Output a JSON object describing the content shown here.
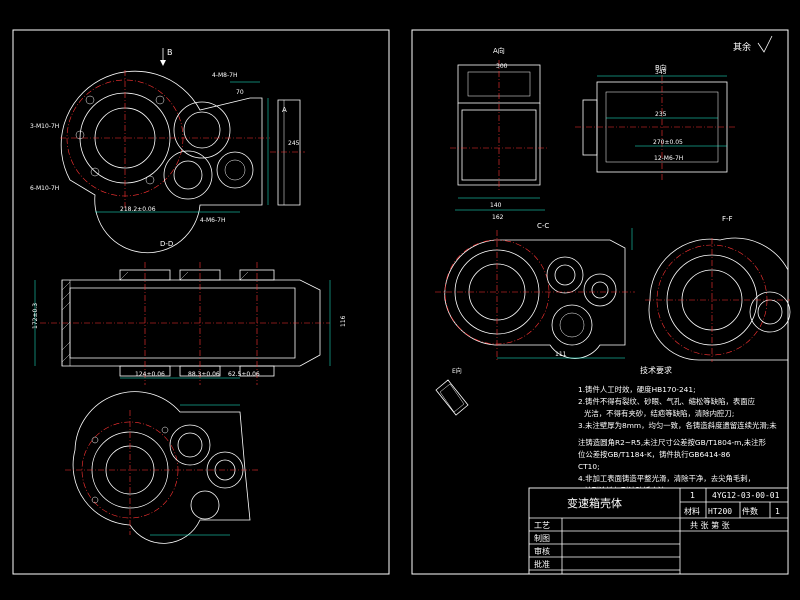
{
  "views": {
    "view_b_arrow": "B",
    "view_dd": "D-D",
    "view_a": "A向",
    "view_b": "B向",
    "view_cc": "C-C",
    "view_ff": "F-F",
    "view_e": "E向",
    "roughness_note": "其余"
  },
  "dims_top_left": {
    "d1": "4-M8-7H",
    "d2": "3-M10-7H",
    "d3": "6-M10-7H",
    "d4": "218.2±0.06",
    "d5": "4-M6-7H",
    "d6": "245",
    "d7": "A",
    "d8": "70"
  },
  "dims_dd": {
    "d1": "124±0.06",
    "d2": "88.3±0.06",
    "d3": "62.5±0.06",
    "d4": "172±0.3",
    "d5": "116"
  },
  "dims_right": {
    "a1": "300",
    "a2": "140",
    "a3": "162",
    "b1": "345",
    "b2": "235",
    "b3": "270±0.05",
    "b4": "12-M6-7H",
    "c1": "111"
  },
  "tech_requirements": {
    "title": "技术要求",
    "lines": [
      "1.铸件人工时效，硬度HB170-241;",
      "2.铸件不得有裂纹、砂眼、气孔、缩松等缺陷，表面应",
      "光洁，不得有夹砂，结疤等缺陷，清除内腔刀;",
      "3.未注壁厚为8mm，均匀一致，各铸造斜度遗留连续光滑;未",
      "",
      "注铸造圆角R2~R5,未注尺寸公差按GB/T1804-m,未注形",
      "位公差按GB/T1184-K，铸件执行GB6414-86",
      "CT10;",
      "4.非加工表面铸造平整光滑，清除干净，去尖角毛刺，",
      "并刷涂铁红耐油防锈底漆。"
    ]
  },
  "title_block": {
    "part_name": "变速箱壳体",
    "scale": "1",
    "drawing_no": "4YG12-03-00-01",
    "material_label": "材料",
    "material": "HT200",
    "qty_label": "件数",
    "qty": "1",
    "sheets": "共  张  第  张",
    "rows": [
      "工艺",
      "制图",
      "审核",
      "批准"
    ]
  }
}
